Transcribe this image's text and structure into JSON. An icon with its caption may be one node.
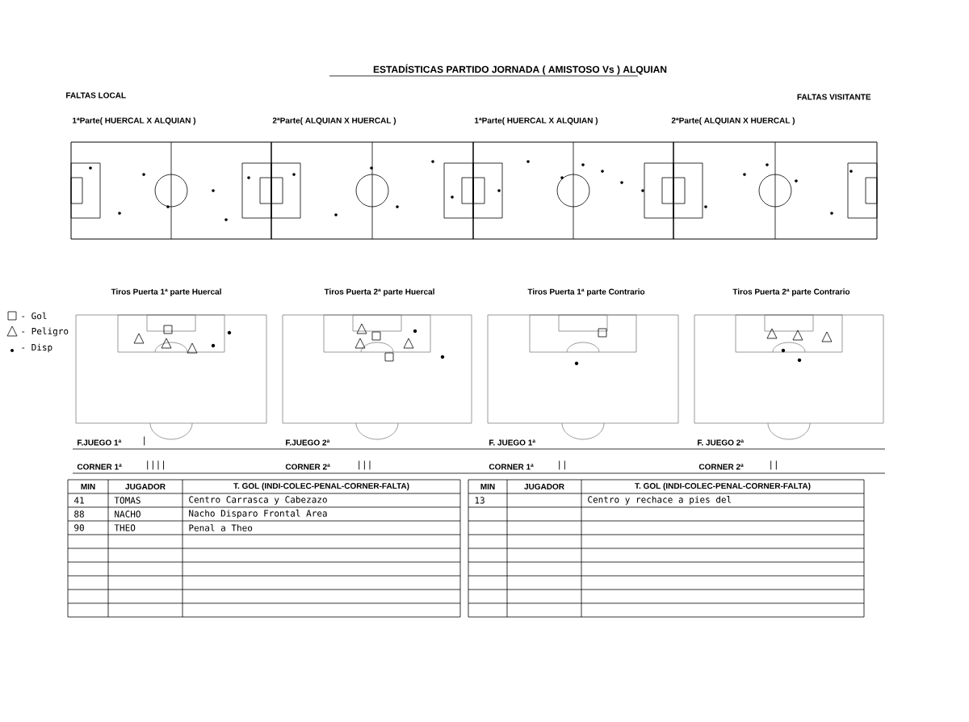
{
  "diagram": {
    "title": "ESTADÍSTICAS PARTIDO JORNADA ( AMISTOSO Vs ) ALQUIAN",
    "labels": [
      "FALTAS LOCAL",
      "FALTAS VISITANTE",
      "1ªParte( HUERCAL X ALQUIAN )",
      "2ªParte( ALQUIAN X HUERCAL )",
      "1ªParte( HUERCAL X ALQUIAN )",
      "2ªParte( ALQUIAN X HUERCAL )",
      "Tiros Puerta 1ª parte Huercal",
      "Tiros Puerta 2ª parte Huercal",
      "Tiros Puerta 1ª parte Contrario",
      "Tiros Puerta 2ª parte Contrario",
      "F.JUEGO 1ª",
      "|",
      "F.JUEGO 2ª",
      "F. JUEGO 1ª",
      "F. JUEGO 2ª",
      "CORNER 1ª",
      "||||",
      "CORNER 2ª",
      "|||",
      "CORNER 1ª",
      "||",
      "CORNER 2ª",
      "||",
      "MIN",
      "JUGADOR",
      "T. GOL (INDI-COLEC-PENAL-CORNER-FALTA)",
      "41",
      "TOMAS",
      "Centro Carrasca y Cabezazo",
      "88",
      "NACHO",
      "Nacho Disparo Frontal Area",
      "90",
      "THEO",
      "Penal a Theo",
      "MIN",
      "JUGADOR",
      "T. GOL (INDI-COLEC-PENAL-CORNER-FALTA)",
      "13",
      "Centro y rechace a pies del"
    ],
    "legend": [
      {
        "text": "- Gol"
      },
      {
        "text": "- Peligro"
      },
      {
        "text": "- Disp"
      }
    ]
  }
}
